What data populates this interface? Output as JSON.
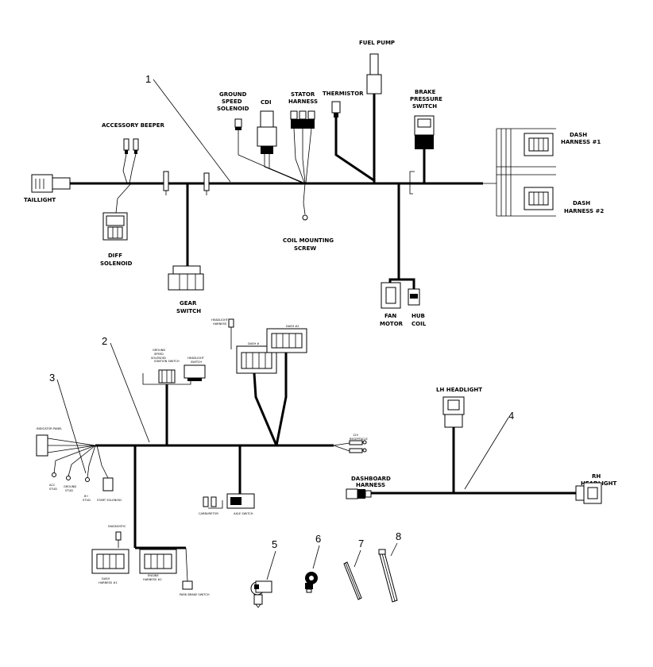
{
  "harness1": {
    "callout": "1",
    "labels": {
      "taillight": "TAILLIGHT",
      "accessory_beeper": "ACCESSORY BEEPER",
      "diff_solenoid": [
        "DIFF",
        "SOLENOID"
      ],
      "gear_switch": [
        "GEAR",
        "SWITCH"
      ],
      "ground_speed_solenoid": [
        "GROUND",
        "SPEED",
        "SOLENOID"
      ],
      "cdi": "CDI",
      "stator_harness": [
        "STATOR",
        "HARNESS"
      ],
      "thermistor": "THERMISTOR",
      "fuel_pump": "FUEL PUMP",
      "brake_pressure_switch": [
        "BRAKE",
        "PRESSURE",
        "SWITCH"
      ],
      "dash_harness_1": [
        "DASH",
        "HARNESS #1"
      ],
      "dash_harness_2": [
        "DASH",
        "HARNESS #2"
      ],
      "coil_mounting_screw": [
        "COIL MOUNTING",
        "SCREW"
      ],
      "fan_motor": [
        "FAN",
        "MOTOR"
      ],
      "hub_coil": [
        "HUB",
        "COIL"
      ]
    }
  },
  "harness2": {
    "callout": "2",
    "labels": {
      "headlight_harness": [
        "HEADLIGHT",
        "HARNESS"
      ],
      "dash_1_top": "DASH #",
      "dash_2_top": "DASH #2",
      "ground_speed_solenoid": [
        "GROUND",
        "SPEED",
        "SOLENOID"
      ],
      "ignition_switch": "IGNITION SWITCH",
      "headlight_switch": [
        "HEADLIGHT",
        "SWITCH"
      ],
      "indicator_panel": "INDICATOR PANEL",
      "12v_receptacle": [
        "12V",
        "RECEPTACLE"
      ],
      "acc_stud": [
        "ACC",
        "STUD"
      ],
      "ground_stud": [
        "GROUND",
        "STUD"
      ],
      "b_plus_stud": [
        "B+",
        "STUD"
      ],
      "start_solenoid": "START SOLENOID",
      "carburetor": "CARBURETOR",
      "axle_switch": "AXLE SWITCH",
      "diagnostic": "DIAGNOSTIC",
      "dash_harness_1": [
        "DASH",
        "HARNESS #1"
      ],
      "engine_harness_2": [
        "ENGINE",
        "HARNESS #2"
      ],
      "park_brake_switch": "PARK BRAKE SWITCH"
    }
  },
  "harness3": {
    "callout": "3"
  },
  "harness4": {
    "callout": "4",
    "labels": {
      "lh_headlight": "LH HEADLIGHT",
      "rh_headlight": [
        "RH",
        "HEADLIGHT"
      ],
      "dashboard_harness": [
        "DASHBOARD",
        "HARNESS"
      ]
    }
  },
  "parts": {
    "p5": "5",
    "p6": "6",
    "p7": "7",
    "p8": "8"
  }
}
